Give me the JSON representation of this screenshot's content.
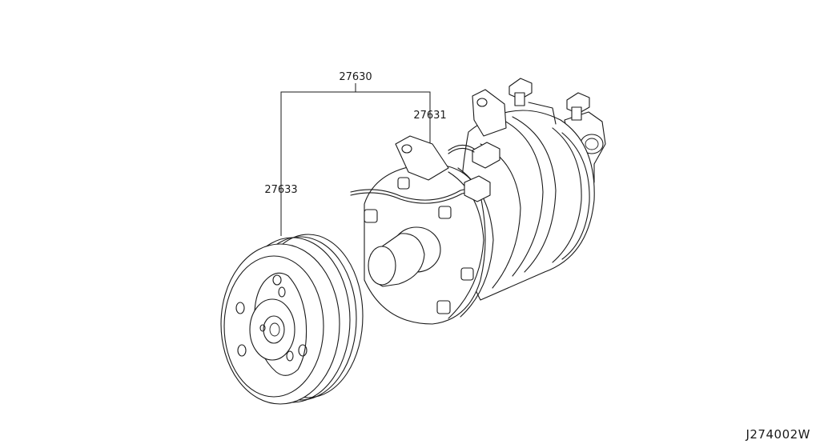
{
  "diagram": {
    "code": "J274002W",
    "parts": {
      "assembly": {
        "number": "27630"
      },
      "compressor": {
        "number": "27631"
      },
      "clutch_pulley": {
        "number": "27633"
      }
    }
  },
  "colors": {
    "line": "#1a1a1a",
    "background": "#ffffff"
  }
}
